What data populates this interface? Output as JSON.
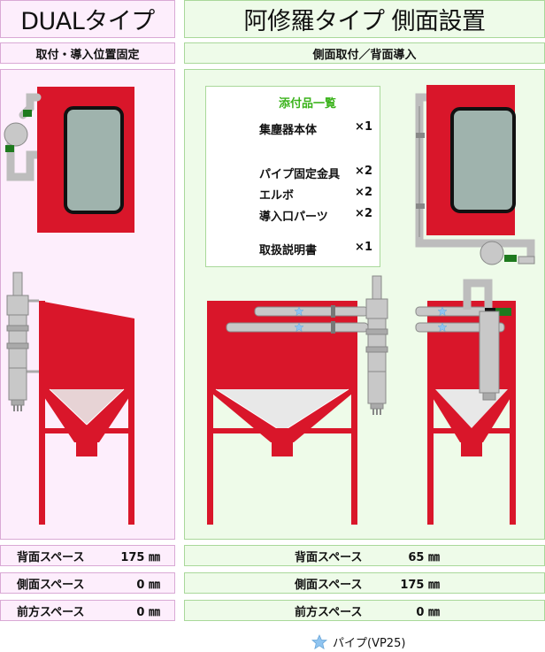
{
  "left": {
    "title": "DUALタイプ",
    "subtitle": "取付・導入位置固定",
    "specs": [
      {
        "label": "背面スペース",
        "value": "175 ㎜"
      },
      {
        "label": "側面スペース",
        "value": "0 ㎜"
      },
      {
        "label": "前方スペース",
        "value": "0 ㎜"
      }
    ]
  },
  "right": {
    "title": "阿修羅タイプ 側面設置",
    "subtitle": "側面取付／背面導入",
    "specs": [
      {
        "label": "背面スペース",
        "value": "65 ㎜"
      },
      {
        "label": "側面スペース",
        "value": "175 ㎜"
      },
      {
        "label": "前方スペース",
        "value": "0 ㎜"
      }
    ]
  },
  "accessories": {
    "title": "添付品一覧",
    "items": [
      {
        "name": "集塵器本体",
        "qty": "×1"
      },
      {
        "name": "パイプ固定金具",
        "qty": "×2"
      },
      {
        "name": "エルボ",
        "qty": "×2"
      },
      {
        "name": "導入口パーツ",
        "qty": "×2"
      },
      {
        "name": "取扱説明書",
        "qty": "×1"
      }
    ]
  },
  "legend": {
    "label": "パイプ(VP25)",
    "icon": "star-icon"
  },
  "colors": {
    "machine_red": "#d9162a",
    "window": "#9fb3ad",
    "pipe": "#bdbdbd",
    "star": "#8fc4f0",
    "accent_green": "#3bb31c"
  }
}
